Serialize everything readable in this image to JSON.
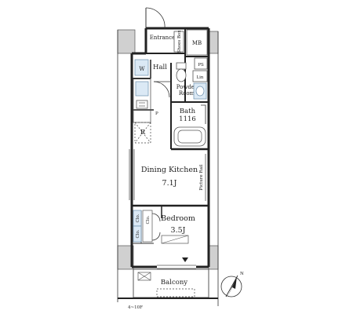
{
  "rooms": {
    "entrance": "Entrance",
    "shoes_box": "Shoes Box",
    "mb": "MB",
    "w": "W",
    "hall": "Hall",
    "ps": "PS",
    "lin": "Lin",
    "powder_room_line1": "Powder",
    "powder_room_line2": "Room",
    "bath": "Bath",
    "bath_size": "1116",
    "r": "R",
    "dining_kitchen": "Dining Kitchen",
    "dining_kitchen_size": "7.1J",
    "picture_rail": "Picture Rail",
    "bedroom": "Bedroom",
    "bedroom_size": "3.5J",
    "clo_1": "Clo.",
    "clo_2": "Clo.",
    "clo_3": "Clo.",
    "balcony": "Balcony",
    "floor_note": "4~10F",
    "p_mark": "P",
    "north": "N"
  },
  "colors": {
    "wall": "#222222",
    "fixture_fill": "#dbe9f5",
    "fixture_stroke": "#6c8fae",
    "pillar": "#d0d0d0"
  },
  "icons": [
    "north-arrow-icon",
    "door-swing-icon",
    "toilet-icon",
    "sink-icon",
    "bathtub-icon",
    "stove-icon",
    "window-icon"
  ]
}
